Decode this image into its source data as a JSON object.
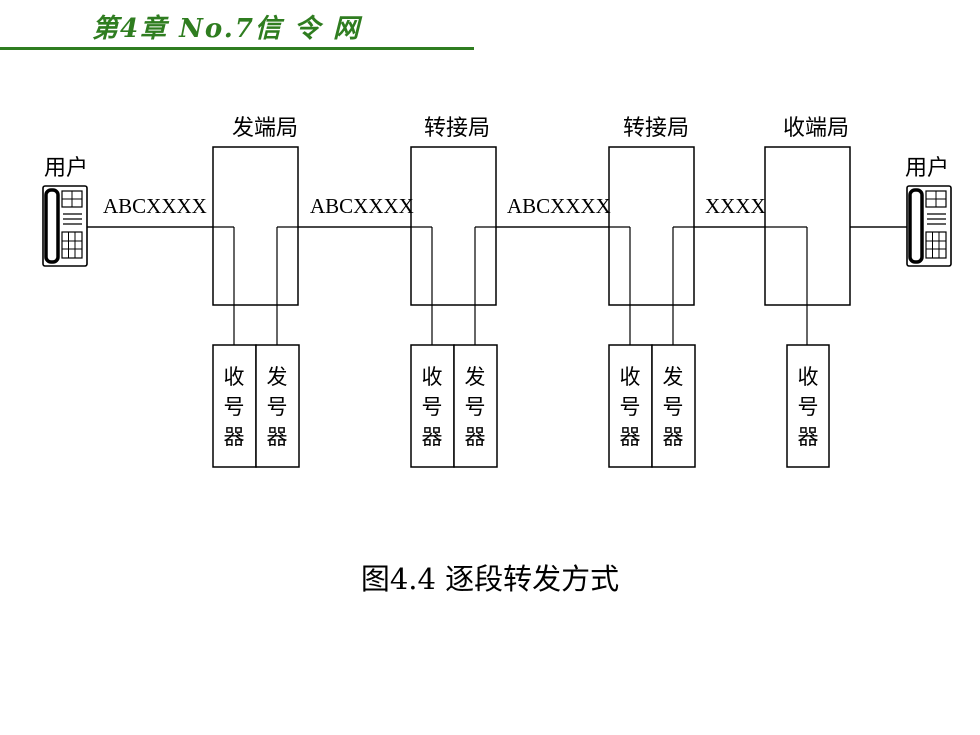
{
  "header": {
    "title": "第4章 No.7信 令 网",
    "accent_color": "#2f7d20"
  },
  "users": {
    "left_label": "用户",
    "right_label": "用户",
    "icon": "telephone-icon"
  },
  "exchanges": [
    {
      "label": "发端局"
    },
    {
      "label": "转接局"
    },
    {
      "label": "转接局"
    },
    {
      "label": "收端局"
    }
  ],
  "signals": [
    "ABCXXXX",
    "ABCXXXX",
    "ABCXXXX",
    "XXXX"
  ],
  "registers": {
    "receiver": [
      "收",
      "号",
      "器"
    ],
    "sender": [
      "发",
      "号",
      "器"
    ]
  },
  "caption": "图4.4  逐段转发方式"
}
